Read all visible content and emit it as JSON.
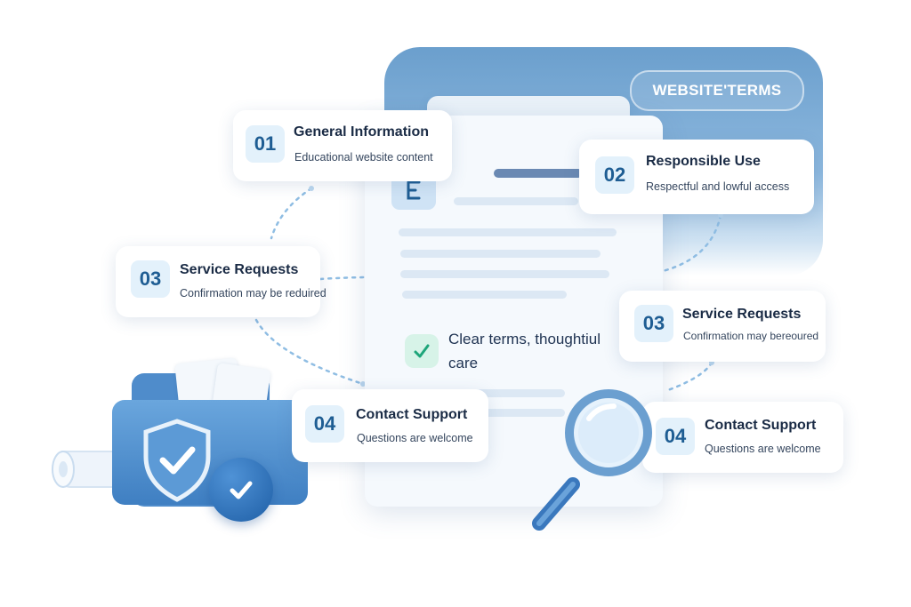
{
  "banner": {
    "label": "WEBSITE'TERMS"
  },
  "document": {
    "caption": "Clear terms, thoughtiul care"
  },
  "cards": [
    {
      "number": "01",
      "title": "General Information",
      "subtitle": "Educational website content"
    },
    {
      "number": "02",
      "title": "Responsible Use",
      "subtitle": "Respectful and lowful access"
    },
    {
      "number": "03",
      "title": "Service Requests",
      "subtitle": "Confirmation may be reduired"
    },
    {
      "number": "03",
      "title": "Service Requests",
      "subtitle": "Confirmation may bereoured"
    },
    {
      "number": "04",
      "title": "Contact Support",
      "subtitle": "Questions are welcome"
    },
    {
      "number": "04",
      "title": "Contact Support",
      "subtitle": "Questions are welcome"
    }
  ],
  "colors": {
    "banner": "#6b9fcd",
    "accent": "#1e5d93",
    "number_chip": "#e3f1fb",
    "check_green": "#1ea57a",
    "connector": "#8fbde3"
  },
  "icons": [
    "document-icon",
    "checkmark-icon",
    "folder-icon",
    "shield-check-icon",
    "check-badge-icon",
    "magnifier-icon",
    "scroll-icon"
  ]
}
